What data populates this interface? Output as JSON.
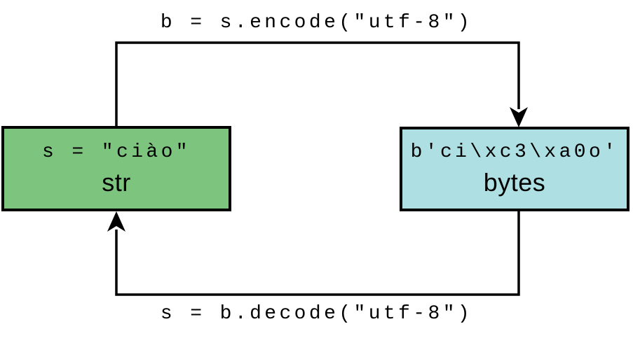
{
  "diagram": {
    "encode_label": "b = s.encode(\"utf-8\")",
    "decode_label": "s = b.decode(\"utf-8\")",
    "str_box": {
      "value": "s = \"ciào\"",
      "type_label": "str",
      "fill": "#7dc57f"
    },
    "bytes_box": {
      "value": "b'ci\\xc3\\xa0o'",
      "type_label": "bytes",
      "fill": "#addfe3"
    },
    "colors": {
      "line": "#000000",
      "background": "#ffffff",
      "text": "#000000"
    }
  }
}
